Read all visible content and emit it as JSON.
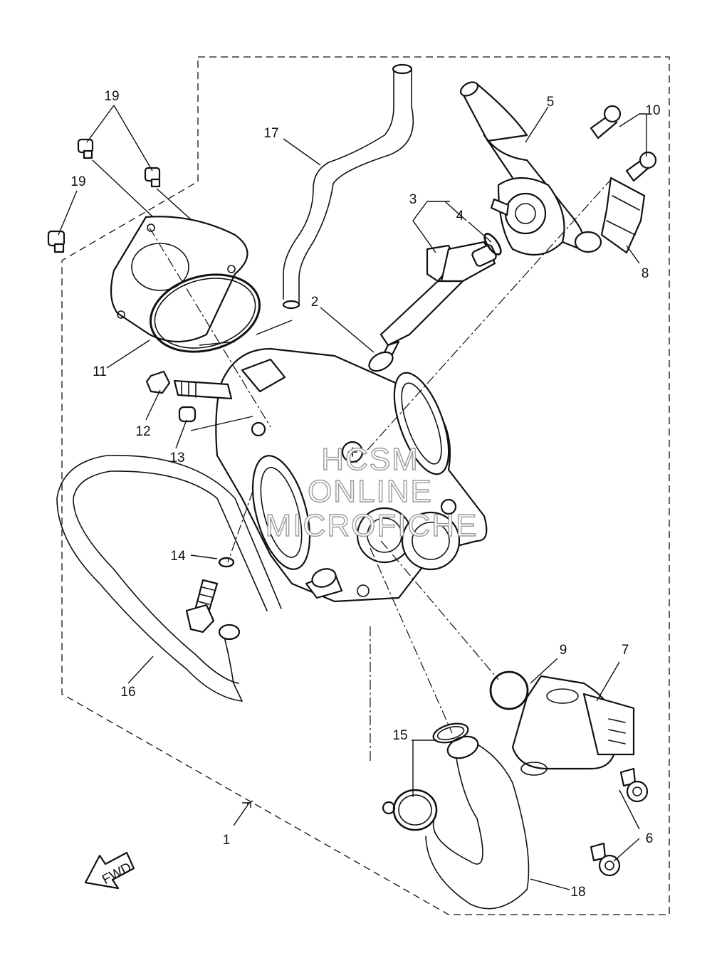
{
  "callouts": {
    "c1": "1",
    "c2": "2",
    "c3": "3",
    "c4": "4",
    "c5": "5",
    "c6": "6",
    "c7": "7",
    "c8": "8",
    "c9": "9",
    "c10": "10",
    "c11": "11",
    "c12": "12",
    "c13": "13",
    "c14": "14",
    "c15": "15",
    "c16": "16",
    "c17": "17",
    "c18": "18",
    "c19a": "19",
    "c19b": "19"
  },
  "direction_marker": {
    "text": "FWD"
  },
  "watermark": {
    "line1": "HCSM",
    "line2": "ONLINE",
    "line3": "MICROFICHE"
  },
  "colors": {
    "line": "#111111",
    "background": "#ffffff",
    "watermark": "#9a9a9a"
  }
}
